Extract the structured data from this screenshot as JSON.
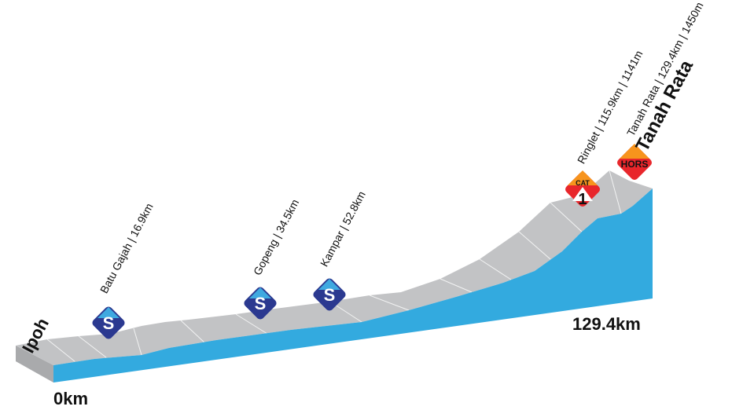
{
  "start": {
    "name": "Ipoh",
    "km": "0km"
  },
  "finish": {
    "name": "Tanah Rata",
    "km": "129.4km"
  },
  "points": [
    {
      "type": "sprint",
      "badge": "S",
      "label": "Batu Gajah | 16.9km"
    },
    {
      "type": "sprint",
      "badge": "S",
      "label": "Gopeng | 34.5km"
    },
    {
      "type": "sprint",
      "badge": "S",
      "label": "Kampar | 52.8km"
    },
    {
      "type": "climb",
      "badge_top": "CAT",
      "badge_bottom": "1",
      "label": "Ringlet | 115.9km | 1141m"
    },
    {
      "type": "climb",
      "badge_top": "HORS",
      "label": "Tanah Rata | 129.4km | 1450m"
    }
  ],
  "colors": {
    "profile_front": "#33aadf",
    "profile_top": "#c2c3c5",
    "sprint": "#2b3990",
    "sprint_light": "#3fa9e0",
    "climb_red": "#e8262b",
    "climb_orange": "#f7941d"
  }
}
